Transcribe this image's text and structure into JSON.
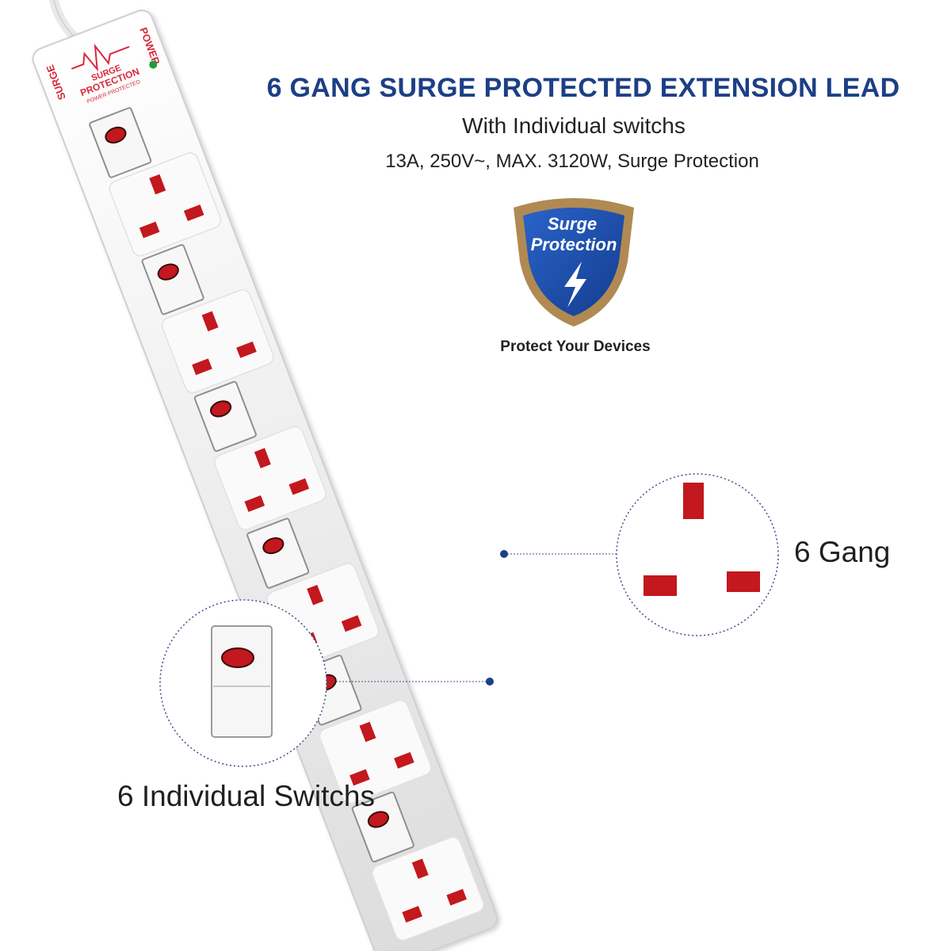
{
  "headline": "6 GANG SURGE PROTECTED EXTENSION LEAD",
  "subtitle": "With Individual switchs",
  "spec": "13A, 250V~, MAX. 3120W, Surge Protection",
  "badge": {
    "line1": "Surge",
    "line2": "Protection",
    "caption": "Protect Your Devices",
    "icon": "lightning-bolt-icon"
  },
  "callouts": {
    "gang": "6 Gang",
    "switches": "6 Individual Switchs"
  },
  "strip_label": {
    "left": "SURGE",
    "right": "POWER",
    "center1": "SURGE",
    "center2": "PROTECTION",
    "center3": "POWER PROTECTED"
  },
  "colors": {
    "headline_blue": "#1c3f86",
    "shield_blue": "#1f4fb3",
    "shield_gold": "#b08a52",
    "socket_red": "#c3181d",
    "label_red": "#d8283a",
    "led_green": "#1f9e3a"
  }
}
